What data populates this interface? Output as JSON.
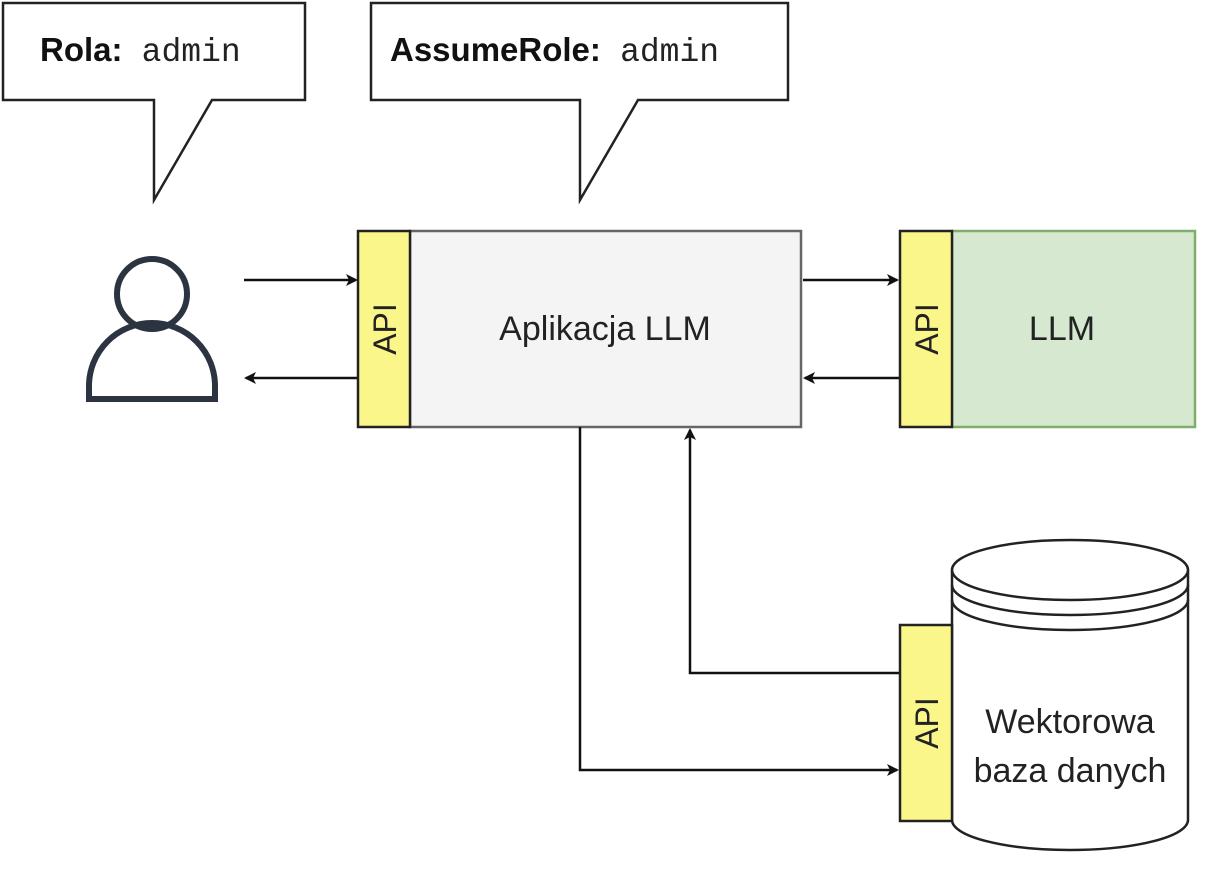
{
  "callouts": {
    "user_role": {
      "key": "Rola:",
      "value": "admin"
    },
    "app_role": {
      "key": "AssumeRole:",
      "value": "admin"
    }
  },
  "nodes": {
    "app": {
      "api_label": "API",
      "label": "Aplikacja LLM"
    },
    "llm": {
      "api_label": "API",
      "label": "LLM"
    },
    "vector_db": {
      "api_label": "API",
      "label_line1": "Wektorowa",
      "label_line2": "baza danych"
    }
  },
  "colors": {
    "api_fill": "#fbf68a",
    "app_fill": "#f4f4f4",
    "llm_fill": "#d6e9d0",
    "llm_border": "#7fad6a",
    "stroke": "#222222"
  },
  "icons": {
    "user": "user-icon"
  }
}
